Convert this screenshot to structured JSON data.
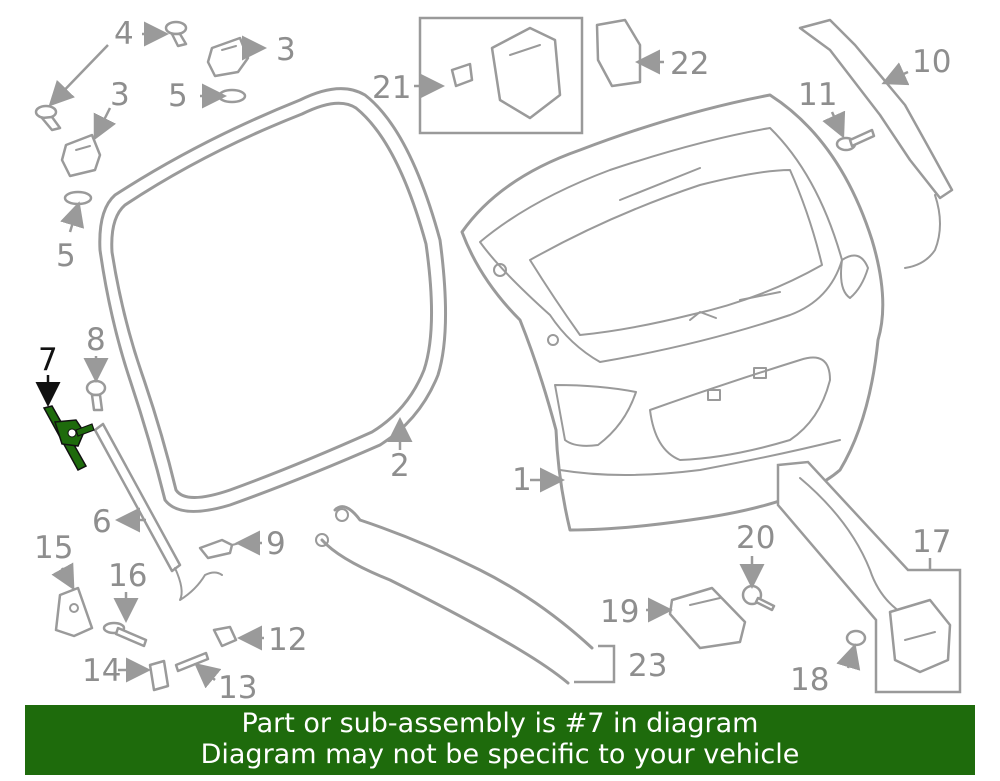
{
  "callouts": {
    "c1": "1",
    "c2": "2",
    "c3a": "3",
    "c3b": "3",
    "c4": "4",
    "c5a": "5",
    "c5b": "5",
    "c6": "6",
    "c7": "7",
    "c8": "8",
    "c9": "9",
    "c10": "10",
    "c11": "11",
    "c12": "12",
    "c13": "13",
    "c14": "14",
    "c15": "15",
    "c16": "16",
    "c17": "17",
    "c18": "18",
    "c19": "19",
    "c20": "20",
    "c21": "21",
    "c22": "22",
    "c23": "23"
  },
  "highlight": {
    "part_number": "7",
    "color": "#1e6b0c"
  },
  "banner": {
    "line1": "Part or sub-assembly is #7 in diagram",
    "line2": "Diagram may not be specific to your vehicle",
    "background": "#1e6b0c",
    "text_color": "#ffffff"
  },
  "colors": {
    "line": "#9a9a9a",
    "label": "#8e8e8e",
    "highlight_label": "#111111"
  }
}
